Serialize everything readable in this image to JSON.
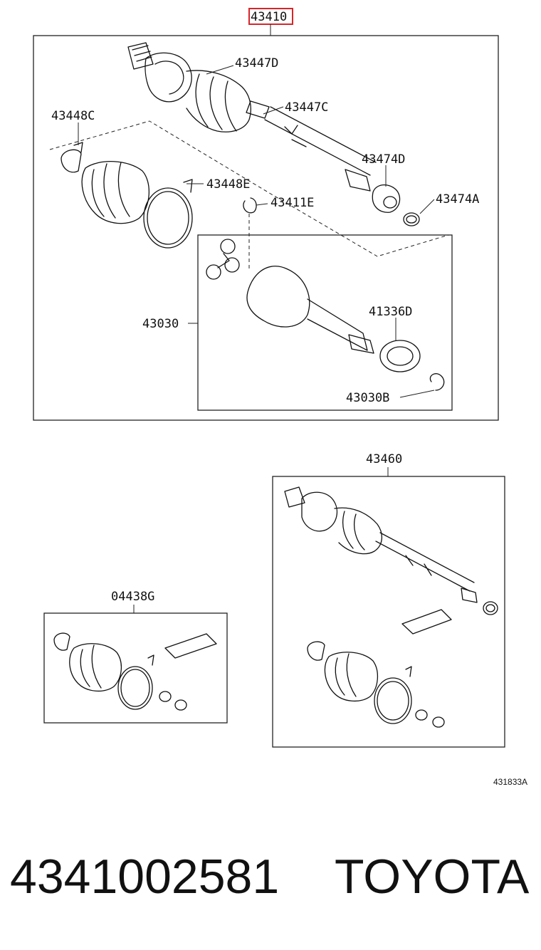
{
  "diagram": {
    "main_assembly": {
      "part_no": "43410",
      "callouts": {
        "outer_boot": "43447D",
        "outer_shaft": "43447C",
        "outer_clamp": "43448C",
        "inner_band": "43448E",
        "snap_ring": "43411E",
        "bearing": "43474D",
        "bearing_ring": "43474A",
        "inner_joint": "43030",
        "dust_seal": "41336D",
        "circlip": "43030B"
      }
    },
    "sub_assembly_right": {
      "part_no": "43460"
    },
    "boot_kit": {
      "part_no": "04438G"
    },
    "illustration_ref": "431833A"
  },
  "footer": {
    "part_number": "4341002581",
    "brand": "TOYOTA"
  },
  "colors": {
    "highlight": "#d6262b",
    "ink": "#111111"
  }
}
